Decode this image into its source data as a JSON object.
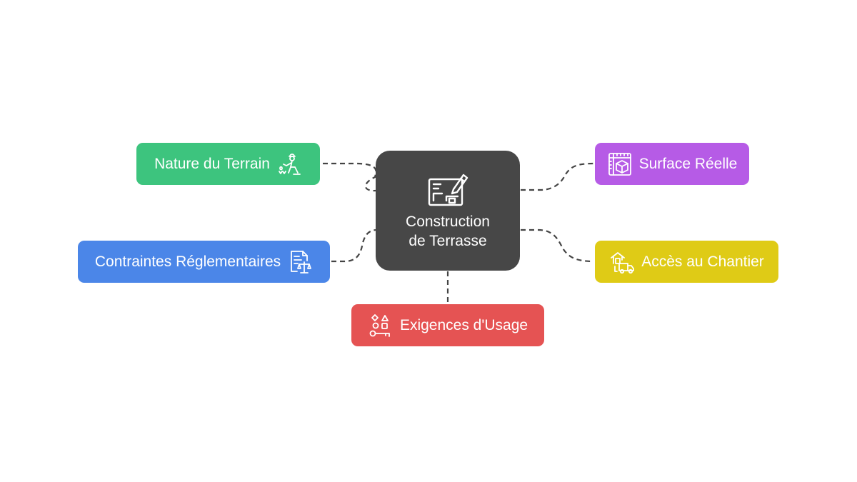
{
  "diagram": {
    "center": {
      "line1": "Construction",
      "line2": "de Terrasse",
      "icon": "blueprint-pencil-icon",
      "color": "#474747"
    },
    "branches": {
      "nature": {
        "label": "Nature du Terrain",
        "icon": "gardener-icon",
        "color": "#3DC47E"
      },
      "contraintes": {
        "label": "Contraintes Réglementaires",
        "icon": "document-scales-icon",
        "color": "#4B86E8"
      },
      "exigences": {
        "label": "Exigences d'Usage",
        "icon": "shapes-key-icon",
        "color": "#E55353"
      },
      "surface": {
        "label": "Surface Réelle",
        "icon": "ruler-box-icon",
        "color": "#B65BE6"
      },
      "acces": {
        "label": "Accès au Chantier",
        "icon": "warehouse-truck-icon",
        "color": "#DFCB16"
      }
    },
    "connector_color": "#444444"
  }
}
